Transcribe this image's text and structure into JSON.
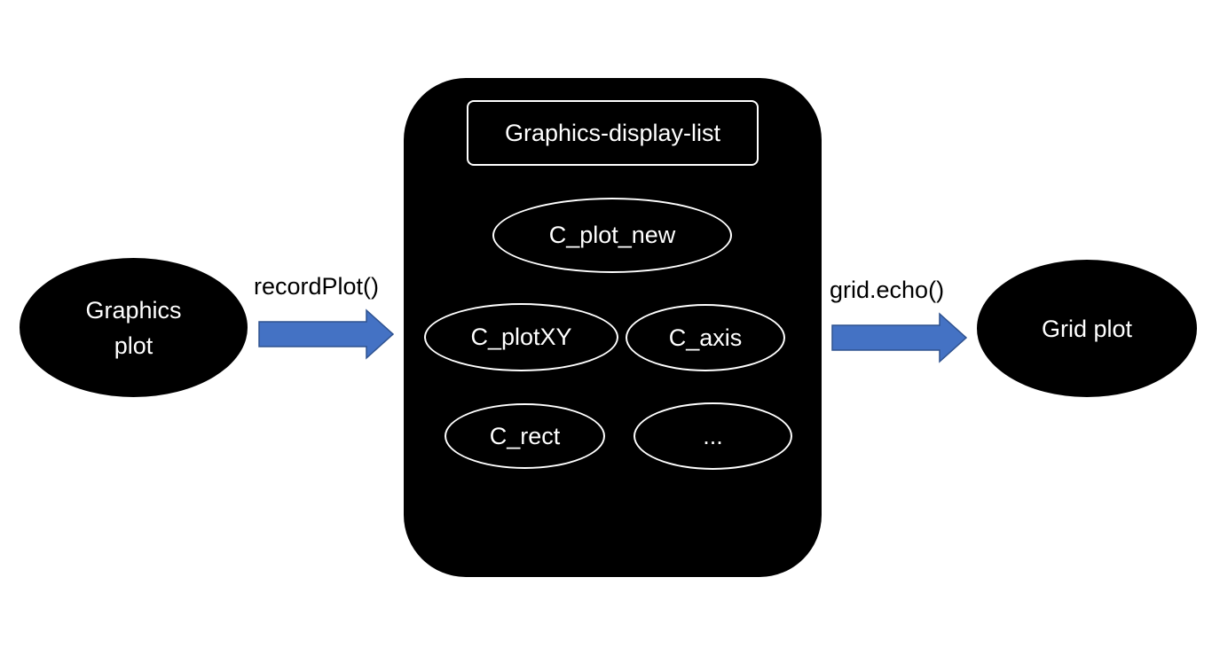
{
  "source": {
    "line1": "Graphics",
    "line2": "plot"
  },
  "record_edge": {
    "label": "recordPlot()"
  },
  "display_list": {
    "title": "Graphics-display-list",
    "nodes": [
      "C_plot_new",
      "C_plotXY",
      "C_axis",
      "C_rect",
      "..."
    ]
  },
  "echo_edge": {
    "label": "grid.echo()"
  },
  "target": {
    "label": "Grid plot"
  },
  "colors": {
    "node_fill": "#000000",
    "node_text": "#ffffff",
    "arrow": "#4472c4",
    "arrow_border": "#2f528f"
  }
}
